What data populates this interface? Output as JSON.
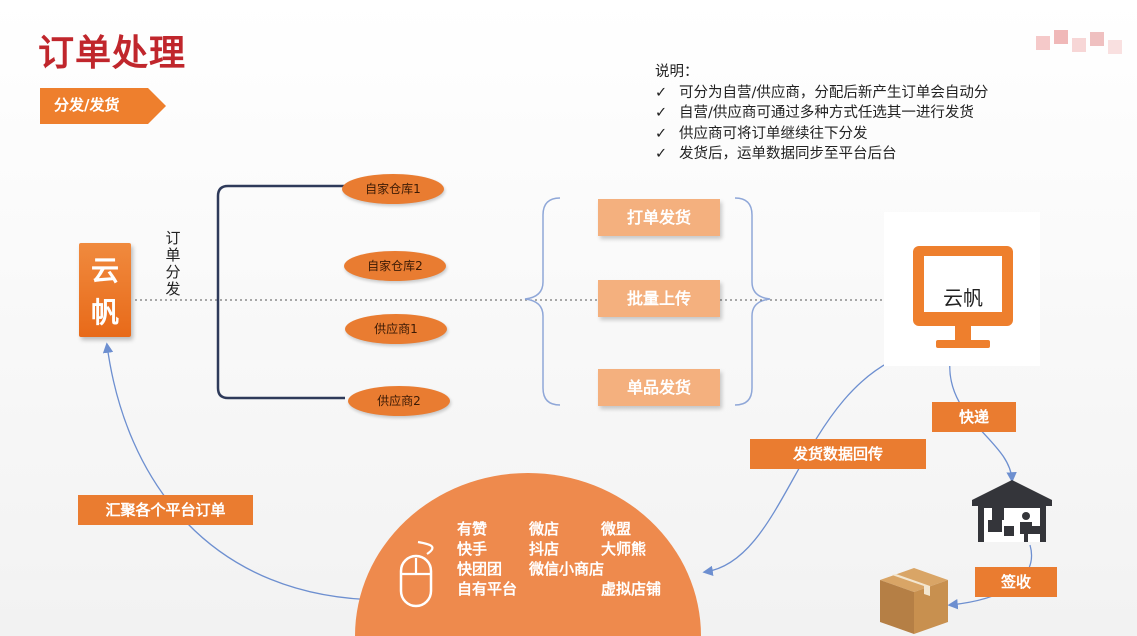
{
  "page": {
    "title": "订单处理",
    "section_tag": "分发/发货"
  },
  "notes": {
    "heading": "说明：",
    "items": [
      "可分为自营/供应商，分配后新产生订单会自动分",
      "自营/供应商可通过多种方式任选其一进行发货",
      "供应商可将订单继续往下分发",
      "发货后，运单数据同步至平台后台"
    ]
  },
  "yunfan": {
    "char1": "云",
    "char2": "帆",
    "monitor_label": "云帆"
  },
  "order_dispatch": {
    "c1": "订",
    "c2": "单",
    "c3": "分",
    "c4": "发"
  },
  "dispatch_targets": [
    "自家仓库1",
    "自家仓库2",
    "供应商1",
    "供应商2"
  ],
  "ship_methods": [
    "打单发货",
    "批量上传",
    "单品发货"
  ],
  "flow_labels": {
    "express": "快递",
    "ship_data_return": "发货数据回传",
    "aggregate_orders": "汇聚各个平台订单",
    "sign": "签收"
  },
  "platforms": {
    "col1": [
      "有赞",
      "快手",
      "快团团",
      "自有平台"
    ],
    "col2": [
      "微店",
      "抖店",
      "微信小商店"
    ],
    "col3": [
      "微盟",
      "大师熊",
      "虚拟店铺"
    ]
  },
  "colors": {
    "title": "#c0262c",
    "accent": "#e97c31",
    "light_accent": "#f4b07e"
  },
  "icons": [
    "check-icon",
    "monitor-icon",
    "mouse-icon",
    "warehouse-icon",
    "package-box-icon"
  ]
}
